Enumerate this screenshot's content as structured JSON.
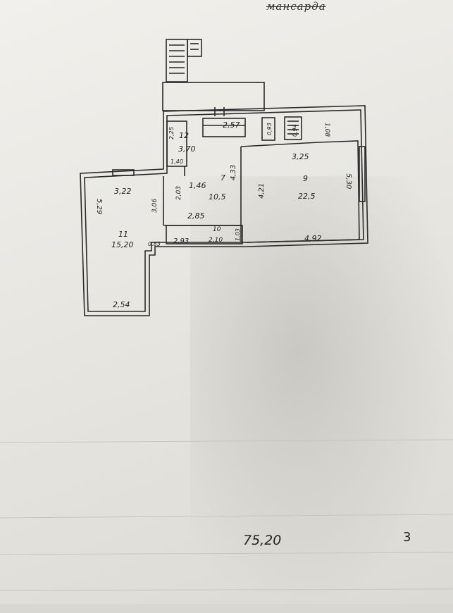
{
  "header": {
    "title": "мансарда"
  },
  "rooms": [
    {
      "number": "12",
      "area": "3,70"
    },
    {
      "number": "7",
      "area": "10,5"
    },
    {
      "number": "9",
      "area": "22,5"
    },
    {
      "number": "11",
      "area": "15,20"
    },
    {
      "number": "10",
      "area": "2,10"
    }
  ],
  "dimensions": {
    "d225": "2,25",
    "d257": "2,57",
    "d093": "0,93",
    "d094": "0,94",
    "d108": "1,08",
    "d325": "3,25",
    "d140": "1,40",
    "d433": "4,33",
    "d421": "4,21",
    "d530": "5,30",
    "d146": "1,46",
    "d322": "3,22",
    "d306": "3,06",
    "d203": "2,03",
    "d529": "5,29",
    "d285": "2,85",
    "d293": "2,93",
    "d103": "1,03",
    "d492": "4,92",
    "d083": "0,83",
    "d254": "2,54"
  },
  "footer": {
    "total": "75,20",
    "page": "3"
  },
  "colors": {
    "ink": "#1f1f1f",
    "paper": "#efeee9"
  }
}
